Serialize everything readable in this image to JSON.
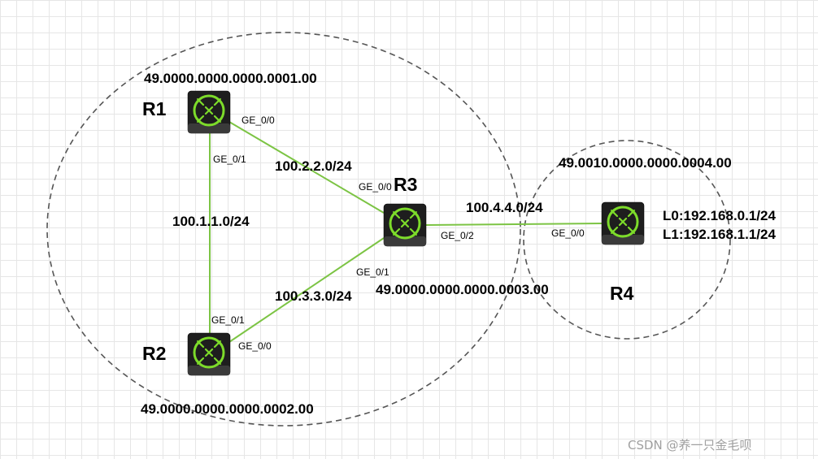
{
  "routers": {
    "r1": {
      "name": "R1",
      "net": "49.0000.0000.0000.0001.00"
    },
    "r2": {
      "name": "R2",
      "net": "49.0000.0000.0000.0002.00"
    },
    "r3": {
      "name": "R3",
      "net": "49.0000.0000.0000.0003.00"
    },
    "r4": {
      "name": "R4",
      "net": "49.0010.0000.0000.0004.00",
      "loopbacks": [
        "L0:192.168.0.1/24",
        "L1:192.168.1.1/24"
      ]
    }
  },
  "links": {
    "r1_r2": {
      "subnet": "100.1.1.0/24",
      "r1_port": "GE_0/1",
      "r2_port": "GE_0/1"
    },
    "r1_r3": {
      "subnet": "100.2.2.0/24",
      "r1_port": "GE_0/0",
      "r3_port": "GE_0/0"
    },
    "r2_r3": {
      "subnet": "100.3.3.0/24",
      "r2_port": "GE_0/0",
      "r3_port": "GE_0/1"
    },
    "r3_r4": {
      "subnet": "100.4.4.0/24",
      "r3_port": "GE_0/2",
      "r4_port": "GE_0/0"
    }
  },
  "watermark": "CSDN @养一只金毛呗",
  "colors": {
    "link": "#7cc444",
    "router_icon": "#7ddc2a",
    "router_body": "#1e1e1e",
    "boundary": "#555555"
  }
}
